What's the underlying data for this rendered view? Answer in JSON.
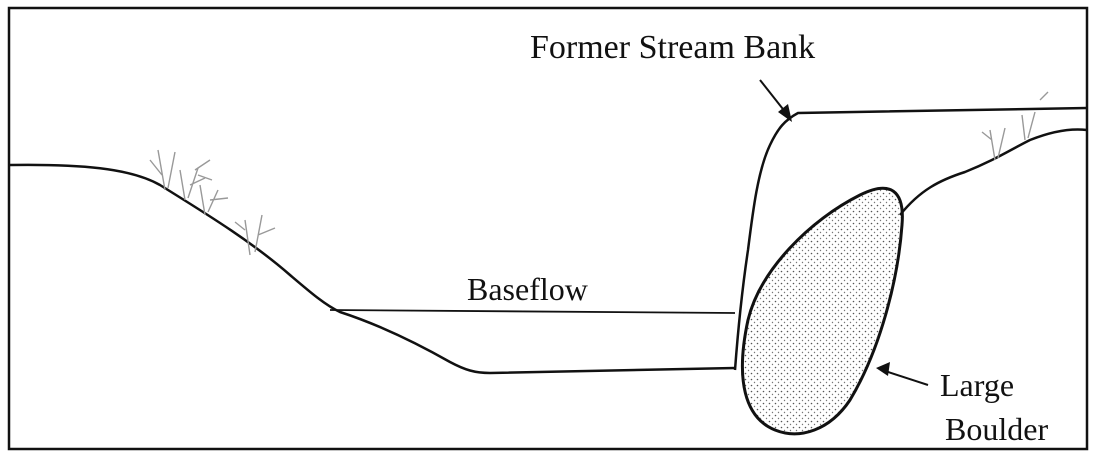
{
  "diagram": {
    "labels": {
      "former_stream_bank": "Former Stream Bank",
      "baseflow": "Baseflow",
      "large_boulder_line1": "Large",
      "large_boulder_line2": "Boulder"
    }
  }
}
